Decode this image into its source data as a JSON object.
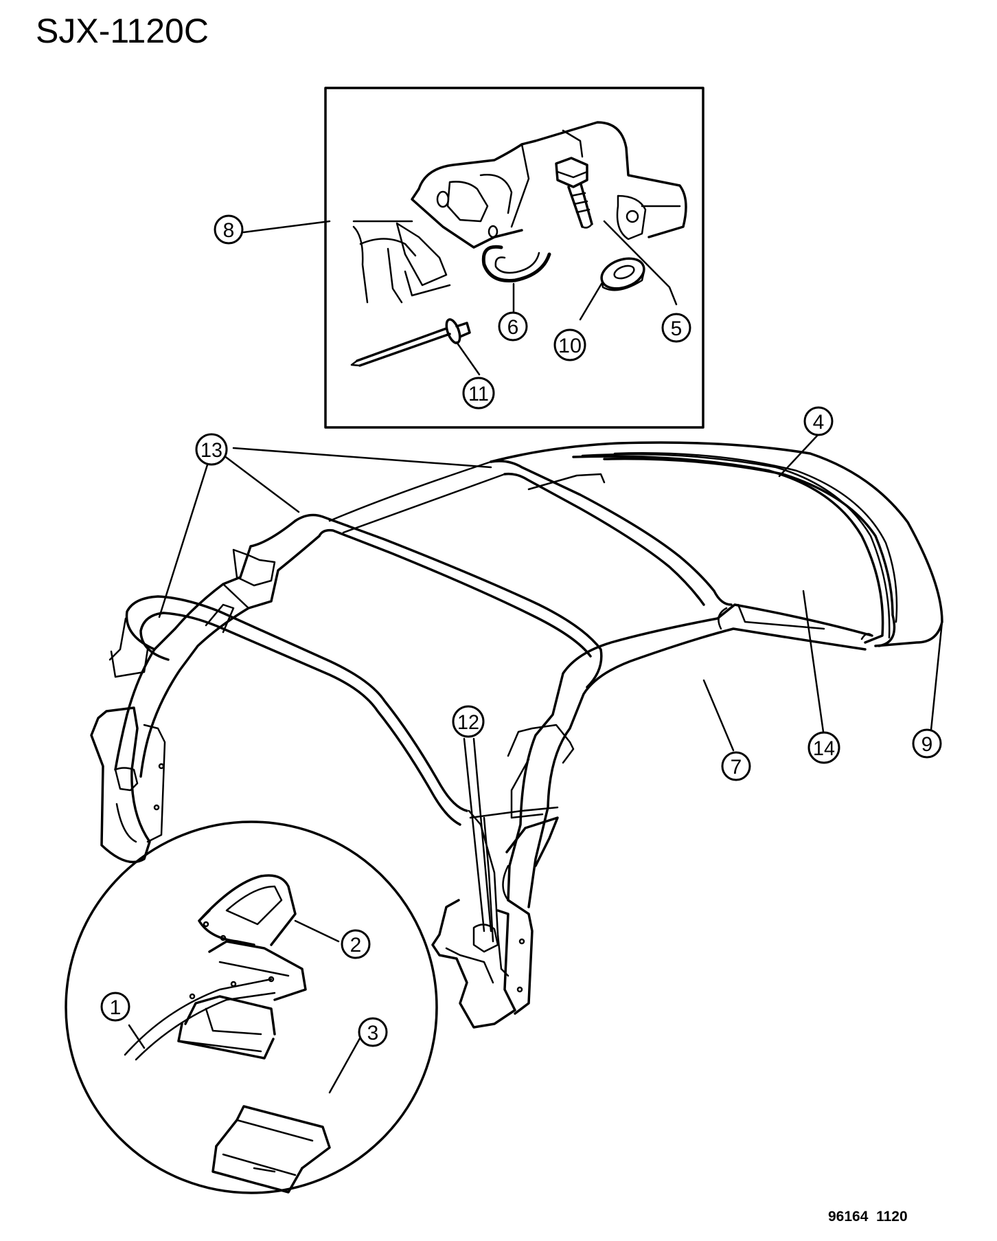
{
  "diagram": {
    "title": "SJX-1120C",
    "drawing_code": "96164  1120",
    "callouts": [
      "1",
      "2",
      "3",
      "4",
      "5",
      "6",
      "7",
      "8",
      "9",
      "10",
      "11",
      "12",
      "13",
      "14"
    ]
  },
  "colors": {
    "ink": "#000000",
    "paper": "#ffffff"
  }
}
